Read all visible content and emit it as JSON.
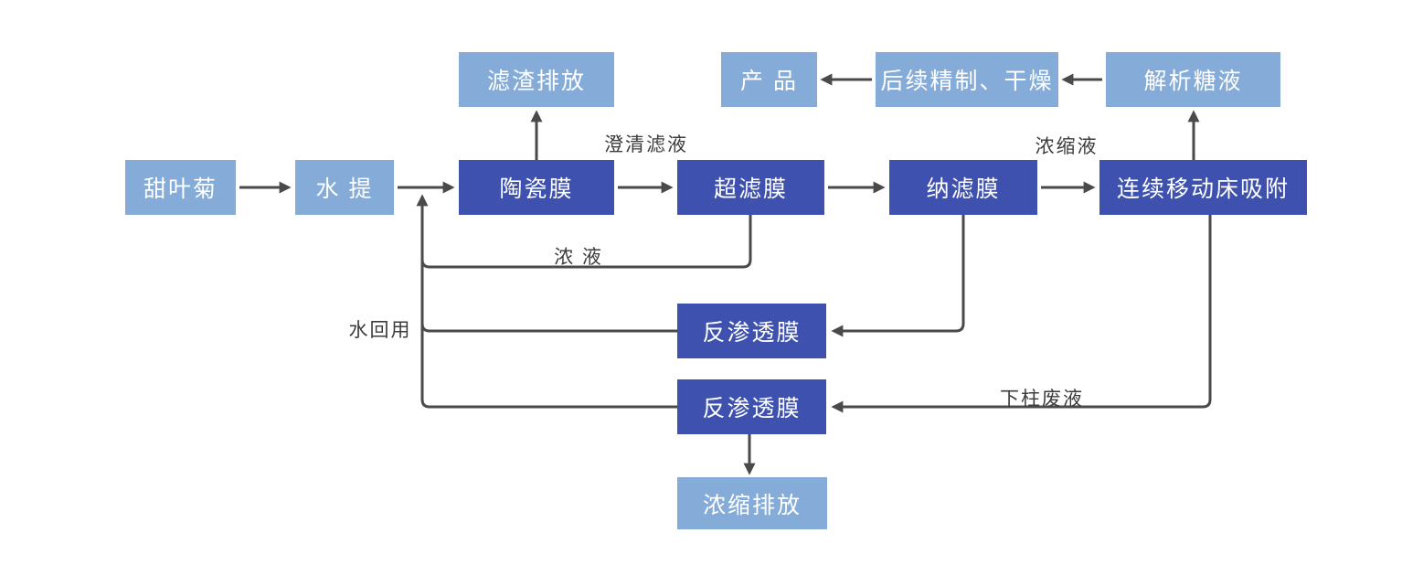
{
  "diagram": {
    "colors": {
      "light_box": "#85ABD8",
      "dark_box": "#3E51AE",
      "box_text": "#FFFFFF",
      "arrow": "#4A4A4A",
      "edge_label_text": "#3C3C3C"
    },
    "nodes": {
      "stevia": {
        "label": "甜叶菊"
      },
      "water_extraction": {
        "label": "水 提"
      },
      "ceramic_membrane": {
        "label": "陶瓷膜"
      },
      "ultrafiltration_membrane": {
        "label": "超滤膜"
      },
      "nanofiltration_membrane": {
        "label": "纳滤膜"
      },
      "moving_bed_adsorption": {
        "label": "连续移动床吸附"
      },
      "residue_discharge": {
        "label": "滤渣排放"
      },
      "product": {
        "label": "产 品"
      },
      "refining_drying": {
        "label": "后续精制、干燥"
      },
      "desorbed_sugar_liquid": {
        "label": "解析糖液"
      },
      "reverse_osmosis_1": {
        "label": "反渗透膜"
      },
      "reverse_osmosis_2": {
        "label": "反渗透膜"
      },
      "concentrate_discharge": {
        "label": "浓缩排放"
      }
    },
    "edge_labels": {
      "clarified_filtrate": "澄清滤液",
      "concentrated_liquid": "浓缩液",
      "concentrate": "浓 液",
      "water_reuse": "水回用",
      "column_waste_liquid": "下柱废液"
    }
  }
}
